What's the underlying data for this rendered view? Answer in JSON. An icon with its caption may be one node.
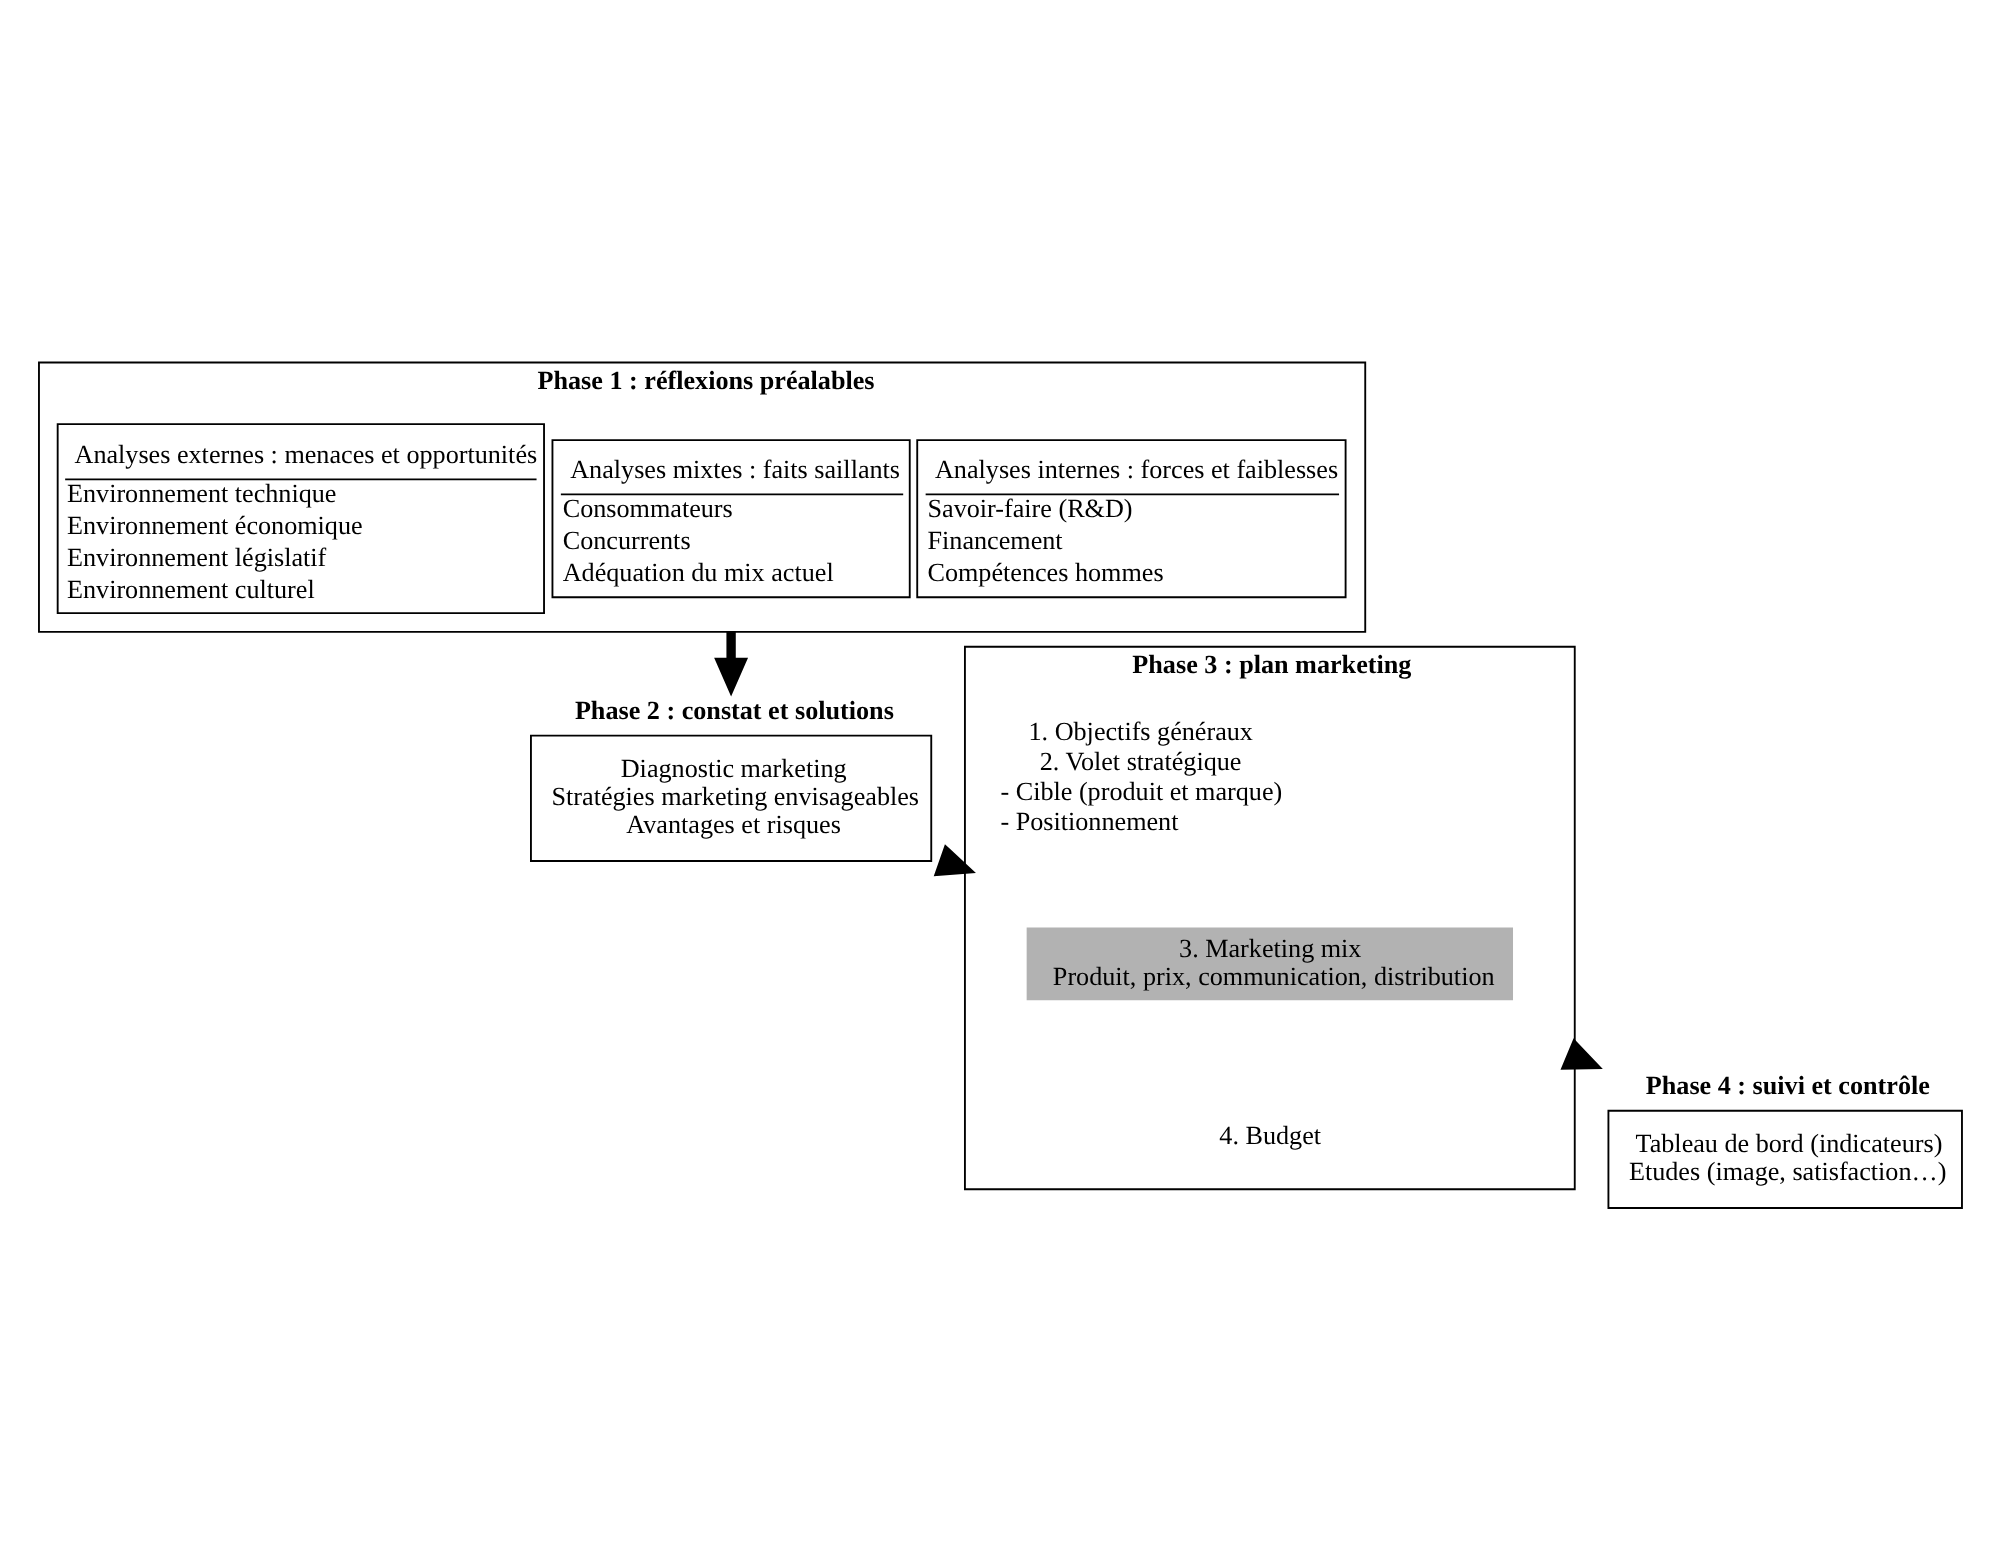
{
  "diagram": {
    "nodes": [
      {
        "text": [
          "Phase 1 : réflexions préalables"
        ]
      },
      {
        "text": [
          "Analyses internes : forces et faiblesses",
          "Savoir-faire (R&D)",
          "Financement",
          "Compétences hommes"
        ],
        "in": 0
      },
      {
        "text": [
          "Analyses mixtes : faits saillants",
          "Consommateurs",
          "Concurrents",
          "Adéquation du mix actuel"
        ],
        "in": 0
      },
      {
        "text": [
          "Analyses externes : menaces et opportunités",
          "Environnement technique",
          "Environnement économique",
          "Environnement législatif",
          "Environnement culturel"
        ],
        "in": 0
      },
      {
        "text": [
          "Phase 2 : constat et solutions",
          "Diagnostic marketing",
          "Stratégies marketing envisageables",
          "Avantages et risques"
        ]
      },
      {
        "text": [
          "Phase 3 : plan marketing",
          "1. Objectifs généraux",
          "2. Volet stratégique",
          "- Cible (produit et marque)",
          "- Positionnement",
          "4. Budget"
        ]
      },
      {
        "text": [
          "3. Marketing mix",
          "Produit, prix, communication, distribution"
        ],
        "in": 5
      },
      {
        "text": [
          "Phase 4 : suivi et contrôle",
          "Tableau de bord (indicateurs)",
          "Etudes (image, satisfaction…)"
        ]
      }
    ],
    "edges": [
      {
        "from": 0,
        "to": 4,
        "arrow": "to"
      },
      {
        "from": 4,
        "to": 5,
        "arrow": "to"
      },
      {
        "from": 5,
        "to": 7,
        "arrow": "to"
      }
    ]
  }
}
